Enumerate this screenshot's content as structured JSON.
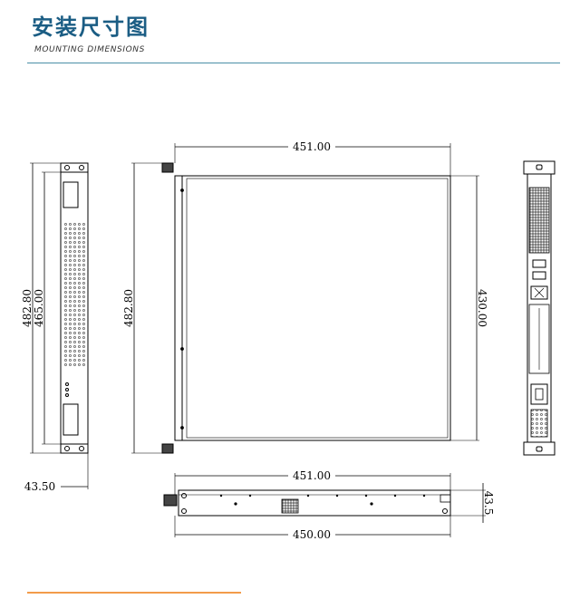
{
  "header": {
    "title": "安装尺寸图",
    "subtitle": "MOUNTING DIMENSIONS"
  },
  "dimensions": {
    "front_height_outer": "482.80",
    "front_height_inner": "465.00",
    "front_depth": "43.50",
    "top_width": "451.00",
    "top_height": "482.80",
    "top_depth": "430.00",
    "side_width_top": "451.00",
    "side_width_bottom": "450.00",
    "side_height": "43.5"
  },
  "colors": {
    "title": "#1b5d84",
    "header_rule": "#4a8fa6",
    "footer_accent": "#f29b4a",
    "line": "#000000"
  }
}
